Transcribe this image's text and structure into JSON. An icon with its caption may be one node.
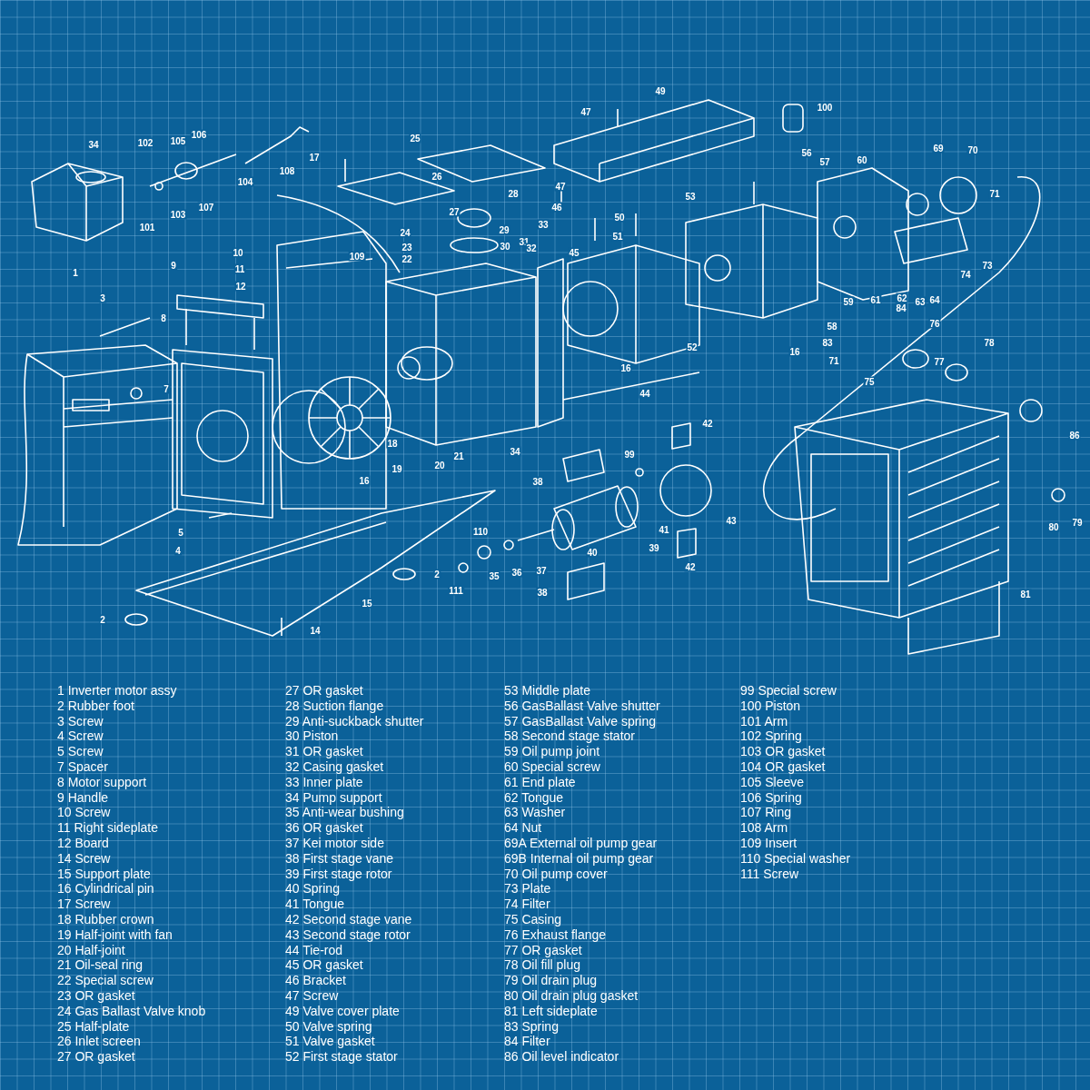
{
  "diagram": {
    "labels": [
      "49",
      "100",
      "47",
      "106",
      "25",
      "105",
      "102",
      "34",
      "69",
      "70",
      "56",
      "17",
      "60",
      "57",
      "108",
      "26",
      "104",
      "47",
      "71",
      "28",
      "53",
      "107",
      "46",
      "27",
      "103",
      "50",
      "33",
      "101",
      "29",
      "24",
      "51",
      "31",
      "30",
      "23",
      "32",
      "45",
      "10",
      "109",
      "22",
      "9",
      "73",
      "11",
      "1",
      "74",
      "12",
      "3",
      "62",
      "61",
      "64",
      "59",
      "63",
      "84",
      "8",
      "76",
      "58",
      "83",
      "78",
      "52",
      "16",
      "71",
      "77",
      "16",
      "75",
      "7",
      "44",
      "42",
      "86",
      "18",
      "34",
      "99",
      "21",
      "20",
      "19",
      "38",
      "16",
      "43",
      "79",
      "80",
      "5",
      "110",
      "41",
      "39",
      "4",
      "40",
      "42",
      "37",
      "36",
      "35",
      "2",
      "111",
      "38",
      "81",
      "15",
      "2",
      "14",
      "1 Inverter motor assy",
      "2 Rubber foot",
      "3 Screw",
      "4 Screw",
      "5 Screw",
      "7 Spacer",
      "8 Motor support",
      "9 Handle",
      "10 Screw",
      "11 Right sideplate",
      "12 Board",
      "14 Screw",
      "15 Support plate",
      "16 Cylindrical pin",
      "17 Screw",
      "18 Rubber crown",
      "19 Half-joint with fan",
      "20 Half-joint",
      "21 Oil-seal ring",
      "22 Special screw",
      "23 OR gasket",
      "24 Gas Ballast Valve knob",
      "25 Half-plate",
      "26 Inlet screen",
      "27 OR gasket",
      "27 OR gasket",
      "28 Suction flange",
      "29 Anti-suckback shutter",
      "30 Piston",
      "31 OR gasket",
      "32 Casing gasket",
      "33 Inner plate",
      "34 Pump support",
      "35 Anti-wear bushing",
      "36 OR gasket",
      "37 Kei motor side",
      "38 First stage vane",
      "39 First stage rotor",
      "40 Spring",
      "41 Tongue",
      "42 Second stage vane",
      "43 Second stage rotor",
      "44 Tie-rod",
      "45 OR gasket",
      "46 Bracket",
      "47 Screw",
      "49 Valve cover plate",
      "50 Valve spring",
      "51 Valve gasket",
      "52 First stage stator",
      "53 Middle plate",
      "56 GasBallast Valve shutter",
      "57 GasBallast Valve spring",
      "58 Second stage stator",
      "59 Oil pump joint",
      "60 Special screw",
      "61 End plate",
      "62 Tongue",
      "63 Washer",
      "64 Nut",
      "69A External oil pump gear",
      "69B Internal oil pump gear",
      "70 Oil pump cover",
      "73 Plate",
      "74 Filter",
      "75 Casing",
      "76 Exhaust flange",
      "77 OR gasket",
      "78 Oil fill plug",
      "79 Oil drain plug",
      "80 Oil drain plug gasket",
      "81 Left sideplate",
      "83 Spring",
      "84 Filter",
      "86 Oil level indicator",
      "99 Special screw",
      "100 Piston",
      "101 Arm",
      "102 Spring",
      "103 OR gasket",
      "104 OR gasket",
      "105 Sleeve",
      "106 Spring",
      "107 Ring",
      "108 Arm",
      "109 Insert",
      "110 Special washer",
      "111 Screw"
    ]
  }
}
